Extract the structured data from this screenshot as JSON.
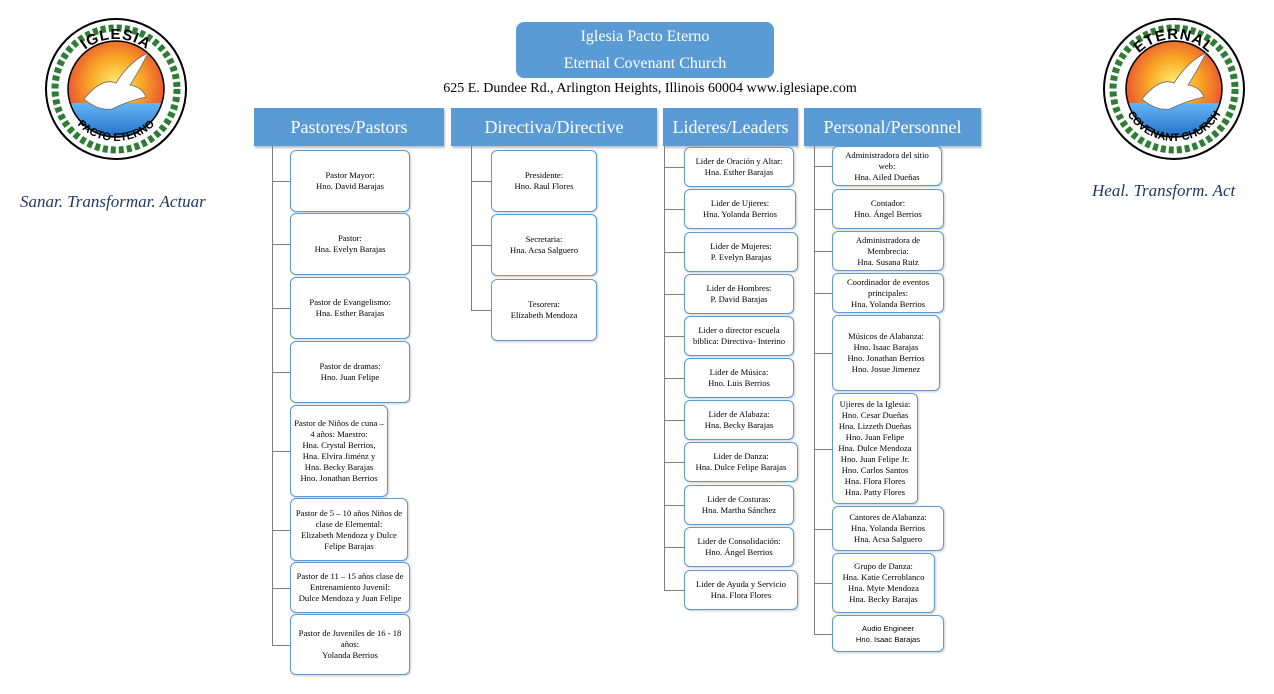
{
  "header": {
    "title_es": "Iglesia Pacto Eterno",
    "title_en": "Eternal Covenant Church",
    "address": "625 E. Dundee Rd., Arlington Heights, Illinois 60004 www.iglesiape.com"
  },
  "logos": {
    "left": {
      "top_text": "IGLESIA",
      "bottom_text": "PACTO ETERNO",
      "icon": "dove-icon"
    },
    "right": {
      "top_text": "ETERNAL",
      "bottom_text": "COVENANT CHURCH",
      "icon": "dove-icon"
    }
  },
  "mottos": {
    "left": "Sanar. Transformar. Actuar",
    "right": "Heal. Transform. Act"
  },
  "colors": {
    "accent": "#5b9bd5",
    "motto": "#1f3864",
    "connector": "#7f7f7f",
    "leaf": "#3a8a3a",
    "sun": "#f26522"
  },
  "columns": [
    {
      "header": "Pastores/Pastors",
      "boxes": [
        [
          "Pastor Mayor:",
          "Hno. David Barajas"
        ],
        [
          "Pastor:",
          "Hna. Evelyn Barajas"
        ],
        [
          "Pastor de Evangelismo:",
          "Hna. Esther Barajas"
        ],
        [
          "Pastor de dramas:",
          "Hno. Juan Felipe"
        ],
        [
          "Pastor de Niños de cuna –",
          "4 años: Maestro:",
          "Hna. Crystal Berrios,",
          "Hna. Elvira Jiménz y",
          "Hna. Becky Barajas",
          "Hno. Jonathan Berrios"
        ],
        [
          "Pastor de 5 – 10 años Niños de",
          "clase de Elemental:",
          "Elizabeth Mendoza y Dulce",
          "Felipe Barajas"
        ],
        [
          "Pastor de 11 – 15 años clase de",
          "Entrenamiento Juvenil:",
          "Dulce Mendoza y Juan Felipe"
        ],
        [
          "Pastor de Juveniles de 16 - 18",
          "años:",
          "Yolanda Berrios"
        ]
      ]
    },
    {
      "header": "Directiva/Directive",
      "boxes": [
        [
          "Presidente:",
          "Hno. Raul Flores"
        ],
        [
          "Secretaria:",
          "Hna. Acsa Salguero"
        ],
        [
          "Tesorera:",
          "Elizabeth Mendoza"
        ]
      ]
    },
    {
      "header": "Lideres/Leaders",
      "boxes": [
        [
          "Lider de Oración y Altar:",
          "Hna. Esther Barajas"
        ],
        [
          "Lider de Ujieres:",
          "Hna. Yolanda Berrios"
        ],
        [
          "Lider de Mujeres:",
          "P. Evelyn Barajas"
        ],
        [
          "Lider de Hombres:",
          "P. David Barajas"
        ],
        [
          "Lider o director escuela",
          "biblica: Directiva- Interino"
        ],
        [
          "Lider de Música:",
          "Hno. Luis Berrios"
        ],
        [
          "Lider de Alabaza:",
          "Hna. Becky Barajas"
        ],
        [
          "Lider de Danza:",
          "Hna. Dulce Felipe Barajas"
        ],
        [
          "Lider de Costuras:",
          "Hna. Martha Sánchez"
        ],
        [
          "Lider de Consolidación:",
          "Hno. Ángel Berrios"
        ],
        [
          "Lider de Ayuda y Servicio",
          "Hna. Flora Flores"
        ]
      ]
    },
    {
      "header": "Personal/Personnel",
      "boxes": [
        [
          "Administradora del sitio web:",
          "Hna. Ailed Dueñas"
        ],
        [
          "Contador:",
          "Hno. Ángel Berrios"
        ],
        [
          "Administradora de",
          "Membrecia:",
          "Hna. Susana Ruiz"
        ],
        [
          "Coordinador de eventos",
          "principales:",
          "Hna. Yolanda Berrios"
        ],
        [
          "Músicos de Alabanza:",
          "Hno. Isaac Barajas",
          "Hno. Jonathan Berrios",
          "Hno. Josue Jimenez"
        ],
        [
          "Ujieres de la Iglesia:",
          "Hno. Cesar Dueñas",
          "Hna. Lizzeth Dueñas",
          "Hno. Juan Felipe",
          "Hna. Dulce Mendoza",
          "Hno. Juan Felipe Jr.",
          "Hno. Carlos Santos",
          "Hna. Flora Flores",
          "Hna. Patty Flores"
        ],
        [
          "Cantores de Alabanza:",
          "Hna. Yolanda Berrios",
          "Hna. Acsa Salguero"
        ],
        [
          "Grupo de Danza:",
          "Hna. Katie Cerroblanco",
          "Hna. Myte Mendoza",
          "Hna. Becky Barajas"
        ],
        [
          "Audio Engineer",
          "Hno. Isaac Barajas"
        ]
      ]
    }
  ]
}
